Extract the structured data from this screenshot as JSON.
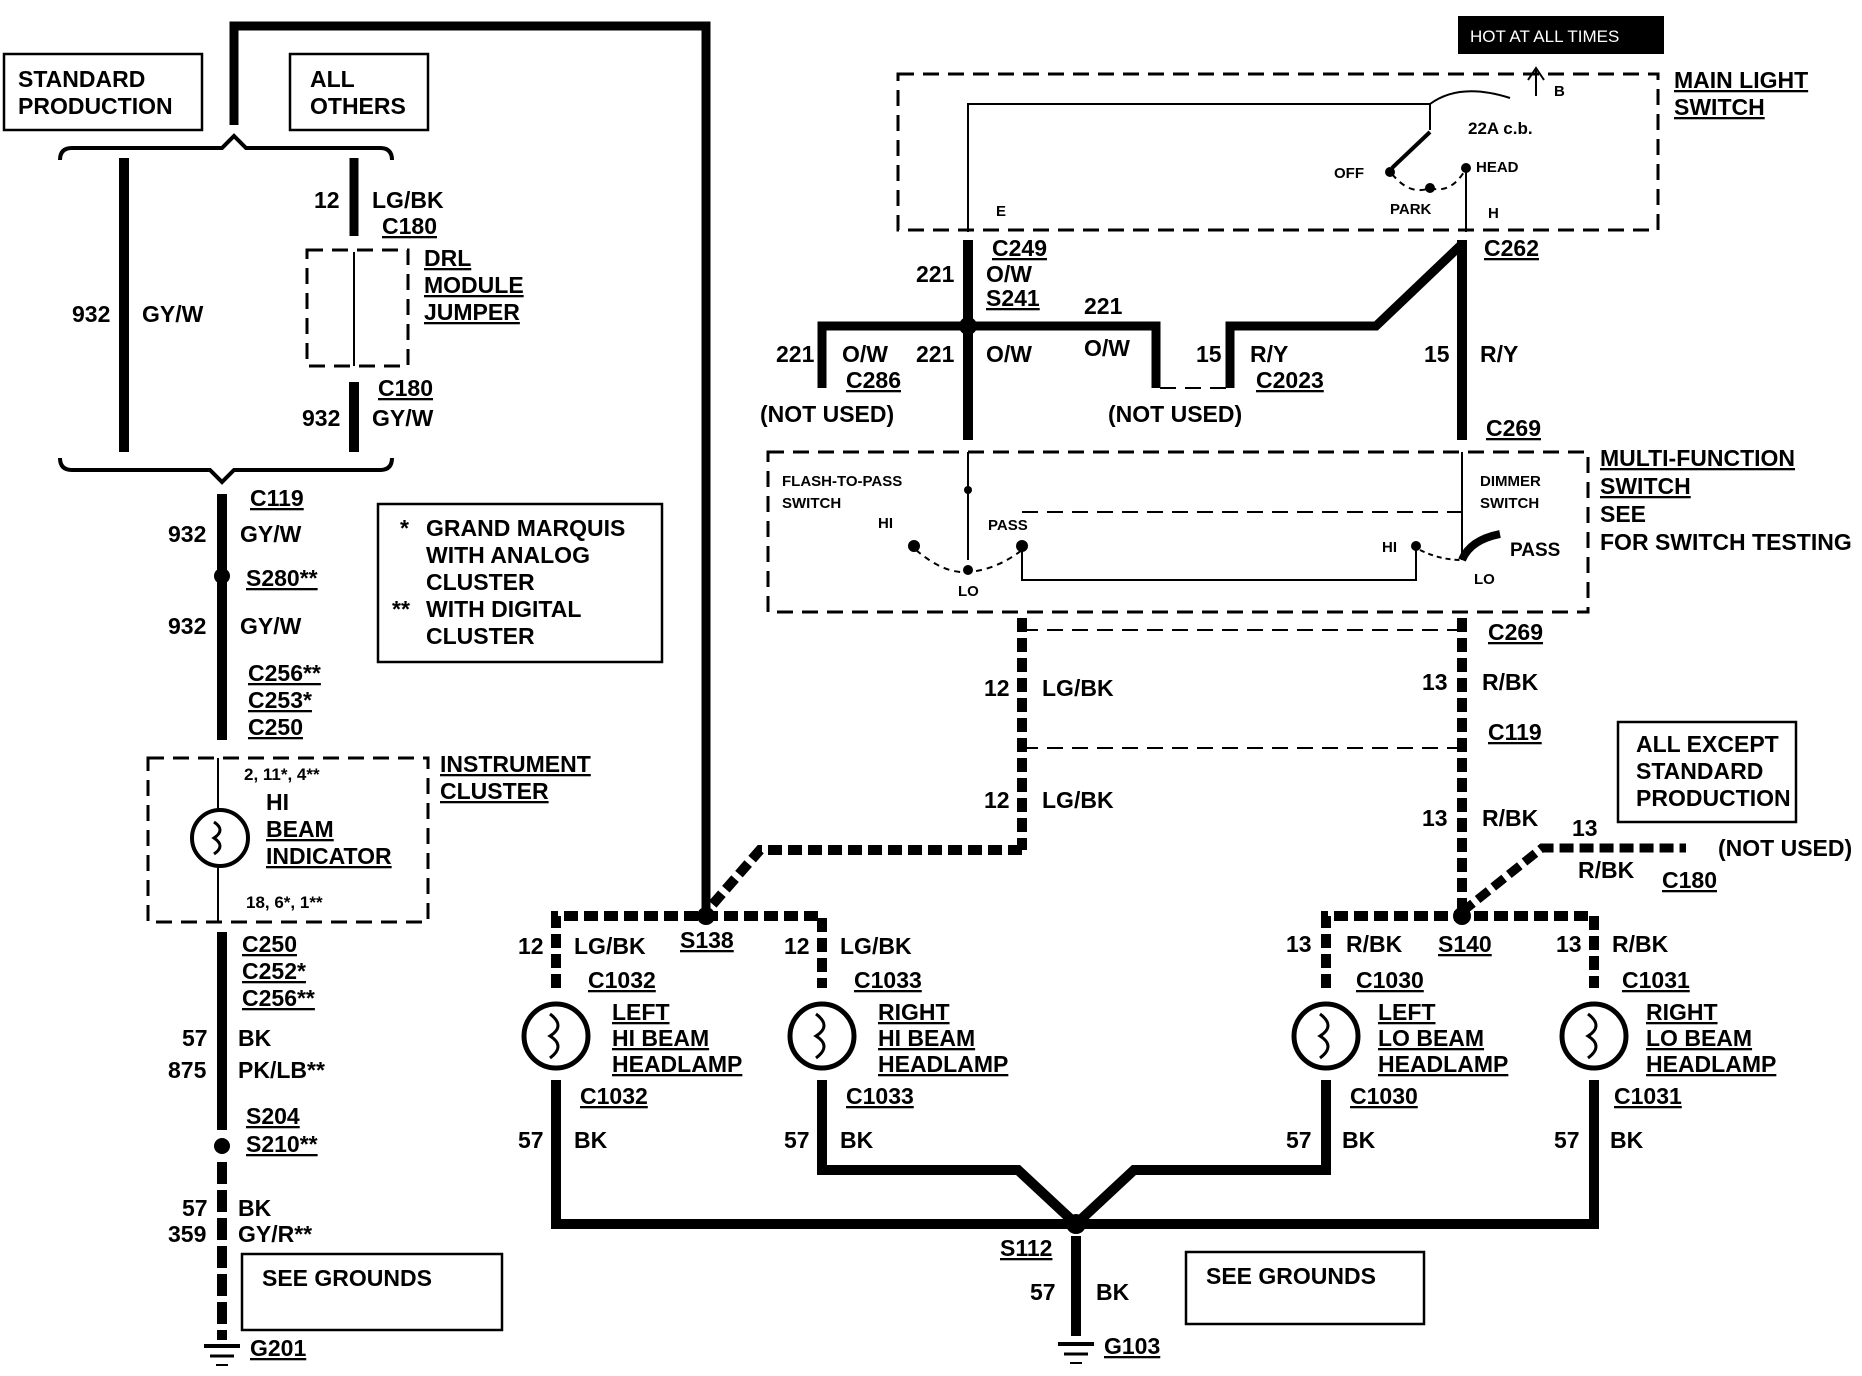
{
  "top_labels": {
    "standard_production": [
      "STANDARD",
      "PRODUCTION"
    ],
    "all_others": [
      "ALL",
      "OTHERS"
    ],
    "hot_at_all_times": "HOT AT ALL TIMES",
    "main_light_switch": [
      "MAIN LIGHT",
      "SWITCH"
    ],
    "multi_function_switch": [
      "MULTI-FUNCTION",
      "SWITCH",
      "SEE",
      "FOR SWITCH TESTING"
    ],
    "drl_module_jumper": [
      "DRL",
      "MODULE",
      "JUMPER"
    ],
    "instrument_cluster": [
      "INSTRUMENT",
      "CLUSTER"
    ],
    "all_except_standard_production": [
      "ALL EXCEPT",
      "STANDARD",
      "PRODUCTION"
    ]
  },
  "notes_box": {
    "line1": "GRAND MARQUIS",
    "line2": "WITH ANALOG",
    "line3": "CLUSTER",
    "line4": "WITH DIGITAL",
    "line5": "CLUSTER",
    "mark1": "*",
    "mark2": "**"
  },
  "main_switch": {
    "b": "B",
    "cb": "22A c.b.",
    "off": "OFF",
    "head": "HEAD",
    "park": "PARK",
    "e": "E",
    "h": "H"
  },
  "mfs": {
    "flash_to_pass": [
      "FLASH-TO-PASS",
      "SWITCH"
    ],
    "dimmer": [
      "DIMMER",
      "SWITCH"
    ],
    "hi_left": "HI",
    "pass_left": "PASS",
    "lo_left": "LO",
    "hi_right": "HI",
    "pass_right": "PASS",
    "lo_right": "LO"
  },
  "wires": {
    "w932a": "932",
    "c932a": "GY/W",
    "w12a": "12",
    "c12a": "LG/BK",
    "c180a": "C180",
    "c180b": "C180",
    "w932b": "932",
    "c932b": "GY/W",
    "c119a": "C119",
    "w932c": "932",
    "c932c": "GY/W",
    "s280": "S280**",
    "w932d": "932",
    "c932d": "GY/W",
    "c256a": "C256**",
    "c253": "C253*",
    "c250a": "C250",
    "pins_top": "2, 11*, 4**",
    "hi_beam_indicator": [
      "HI",
      "BEAM",
      "INDICATOR"
    ],
    "pins_bot": "18, 6*, 1**",
    "c250b": "C250",
    "c252": "C252*",
    "c256b": "C256**",
    "w57a": "57",
    "c57a": "BK",
    "w875": "875",
    "c875": "PK/LB**",
    "s204": "S204",
    "s210": "S210**",
    "w57b": "57",
    "c57b": "BK",
    "w359": "359",
    "c359": "GY/R**",
    "see_grounds_1": "SEE GROUNDS",
    "g201": "G201",
    "c249": "C249",
    "w221a": "221",
    "c221a": "O/W",
    "s241": "S241",
    "w221b": "221",
    "w221c": "221",
    "c221c": "O/W",
    "c286": "C286",
    "w221d": "221",
    "c221d": "O/W",
    "c221e": "O/W",
    "not_used_1": "(NOT USED)",
    "not_used_2": "(NOT USED)",
    "not_used_3": "(NOT USED)",
    "w15a": "15",
    "c15a": "R/Y",
    "c2023": "C2023",
    "w15b": "15",
    "c15b": "R/Y",
    "c262": "C262",
    "c269a": "C269",
    "c269b": "C269",
    "w12b": "12",
    "c12b": "LG/BK",
    "w13a": "13",
    "c13a": "R/BK",
    "c119b": "C119",
    "w12c": "12",
    "c12c": "LG/BK",
    "w13b": "13",
    "c13b": "R/BK",
    "w13c": "13",
    "c13c": "R/BK",
    "c180c": "C180",
    "s138": "S138",
    "s140": "S140",
    "w12d": "12",
    "c12d": "LG/BK",
    "w12e": "12",
    "c12e": "LG/BK",
    "w13d": "13",
    "c13d": "R/BK",
    "w13e": "13",
    "c13e": "R/BK",
    "c1032a": "C1032",
    "c1033a": "C1033",
    "c1030a": "C1030",
    "c1031a": "C1031",
    "c1032b": "C1032",
    "c1033b": "C1033",
    "c1030b": "C1030",
    "c1031b": "C1031",
    "w57c": "57",
    "c57c": "BK",
    "w57d": "57",
    "c57d": "BK",
    "w57e": "57",
    "c57e": "BK",
    "w57f": "57",
    "c57f": "BK",
    "s112": "S112",
    "w57g": "57",
    "c57g": "BK",
    "see_grounds_2": "SEE GROUNDS",
    "g103": "G103"
  },
  "lamps": {
    "left_hi": [
      "LEFT",
      "HI BEAM",
      "HEADLAMP"
    ],
    "right_hi": [
      "RIGHT",
      "HI BEAM",
      "HEADLAMP"
    ],
    "left_lo": [
      "LEFT",
      "LO BEAM",
      "HEADLAMP"
    ],
    "right_lo": [
      "RIGHT",
      "LO BEAM",
      "HEADLAMP"
    ]
  },
  "colors": {
    "ink": "#000000",
    "background": "#ffffff"
  }
}
